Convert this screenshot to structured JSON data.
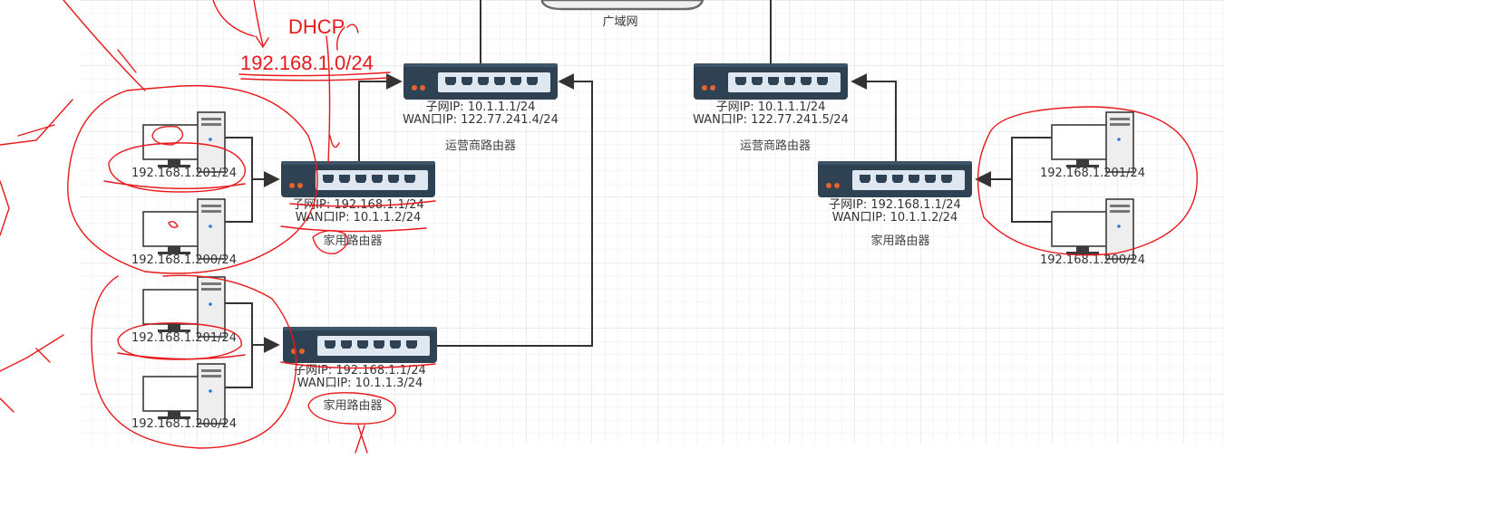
{
  "colors": {
    "grid_minor": "#ececec",
    "grid_major": "#dadada",
    "router_body": "#2f4254",
    "router_port_panel": "#dfe8f0",
    "router_port": "#2f4254",
    "router_led": "#e8632b",
    "connector": "#333333",
    "annotation_red": "#e8191c",
    "pc_screen": "#ffffff",
    "pc_frame": "#3a3a3a",
    "pc_tower": "#eeeeee"
  },
  "wan": {
    "label": "广域网"
  },
  "annotations": {
    "dhcp": "DHCP",
    "subnet": "192.168.1.0/24"
  },
  "isp_routers": [
    {
      "subnet_ip": "子网IP:   10.1.1.1/24",
      "wan_ip": "WAN口IP:  122.77.241.4/24",
      "caption": "运营商路由器"
    },
    {
      "subnet_ip": "子网IP:   10.1.1.1/24",
      "wan_ip": "WAN口IP:  122.77.241.5/24",
      "caption": "运营商路由器"
    }
  ],
  "home_routers": [
    {
      "subnet_ip": "子网IP:   192.168.1.1/24",
      "wan_ip": "WAN口IP:  10.1.1.2/24",
      "caption": "家用路由器"
    },
    {
      "subnet_ip": "子网IP:   192.168.1.1/24",
      "wan_ip": "WAN口IP:  10.1.1.3/24",
      "caption": "家用路由器"
    },
    {
      "subnet_ip": "子网IP:   192.168.1.1/24",
      "wan_ip": "WAN口IP:  10.1.1.2/24",
      "caption": "家用路由器"
    }
  ],
  "computers": [
    {
      "ip": "192.168.1.201/24"
    },
    {
      "ip": "192.168.1.200/24"
    },
    {
      "ip": "192.168.1.201/24"
    },
    {
      "ip": "192.168.1.200/24"
    },
    {
      "ip": "192.168.1.201/24"
    },
    {
      "ip": "192.168.1.200/24"
    }
  ]
}
